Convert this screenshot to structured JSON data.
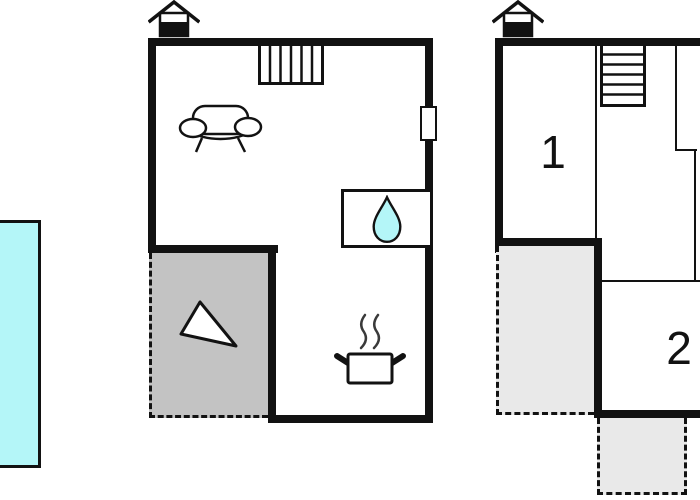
{
  "colors": {
    "wall": "#121212",
    "terrace_fill": "#c3c3c3",
    "patio_fill": "#e9e9e9",
    "water_fill": "#b4f6f8",
    "steam": "#3a3a3a",
    "background": "#ffffff"
  },
  "pool": {
    "type": "swimming-pool"
  },
  "ground_floor": {
    "features": [
      "chimney",
      "staircase",
      "sofa",
      "door",
      "sink-water-drop",
      "stove-pot",
      "terrace-with-triangle"
    ]
  },
  "upper_floor": {
    "features": [
      "chimney",
      "staircase",
      "patio-left",
      "patio-bottom"
    ],
    "rooms": [
      {
        "label": "1"
      },
      {
        "label": "2"
      }
    ]
  }
}
